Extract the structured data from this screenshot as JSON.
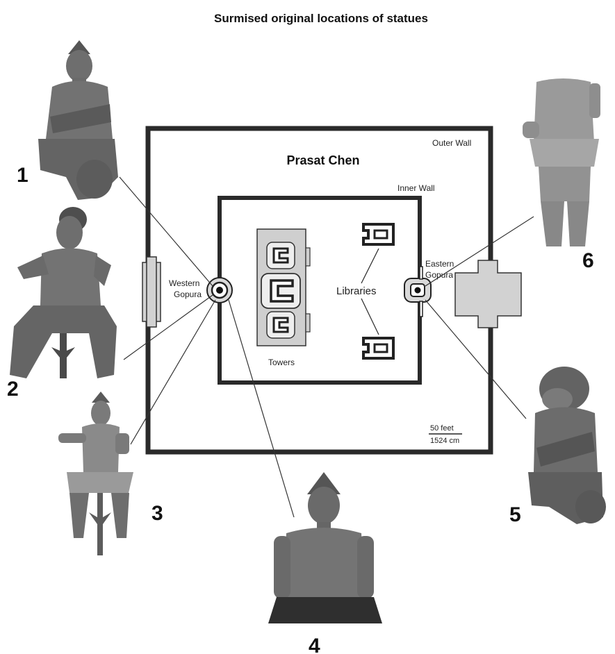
{
  "title": "Surmised original locations of statues",
  "site_name": "Prasat Chen",
  "labels": {
    "outer_wall": "Outer Wall",
    "inner_wall": "Inner Wall",
    "western_gopura": [
      "Western",
      "Gopura"
    ],
    "eastern_gopura": [
      "Eastern",
      "Gopura"
    ],
    "libraries": "Libraries",
    "towers": "Towers"
  },
  "scale_bar": {
    "top": "50 feet",
    "bottom": "1524 cm"
  },
  "statues": [
    {
      "number": "1",
      "location": "western-gopura"
    },
    {
      "number": "2",
      "location": "western-gopura"
    },
    {
      "number": "3",
      "location": "western-gopura"
    },
    {
      "number": "4",
      "location": "western-gopura"
    },
    {
      "number": "5",
      "location": "eastern-gopura"
    },
    {
      "number": "6",
      "location": "eastern-gopura"
    }
  ],
  "colors": {
    "wall": "#2a2a2a",
    "gopura_fill": "#d2d2d2",
    "tower_fill": "#cfcfcf",
    "statue_fill": "#6e6e6e",
    "statue_dark": "#4a4a4a"
  }
}
